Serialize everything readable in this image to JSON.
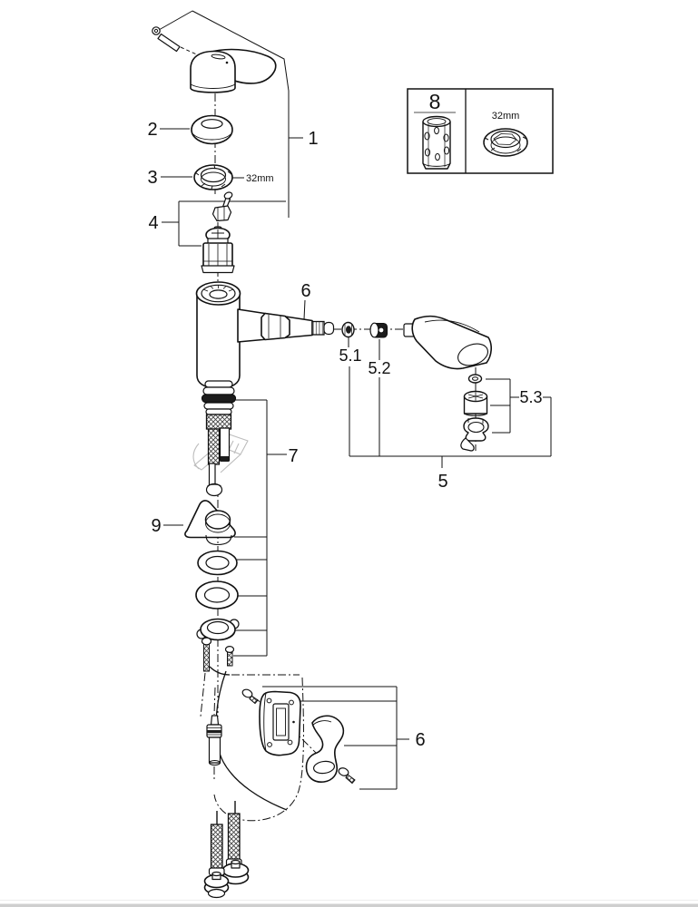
{
  "page": {
    "background": "#ffffff",
    "footer": {
      "bar_color": "#cfcfcf",
      "rule_color": "#eeeeee"
    }
  },
  "diagram": {
    "type": "exploded-parts-diagram",
    "callouts": {
      "c1": "1",
      "c2": "2",
      "c3": "3",
      "c4": "4",
      "c5": "5",
      "c5_1": "5.1",
      "c5_2": "5.2",
      "c5_3": "5.3",
      "c6_spout": "6",
      "c6_holder": "6",
      "c7": "7",
      "c8": "8",
      "c9": "9"
    },
    "annotations": {
      "ring_nut_size": "32mm",
      "tool_ring_size": "32mm"
    },
    "colors": {
      "line": "#111111",
      "ghost_line": "#bdbdbd"
    }
  }
}
